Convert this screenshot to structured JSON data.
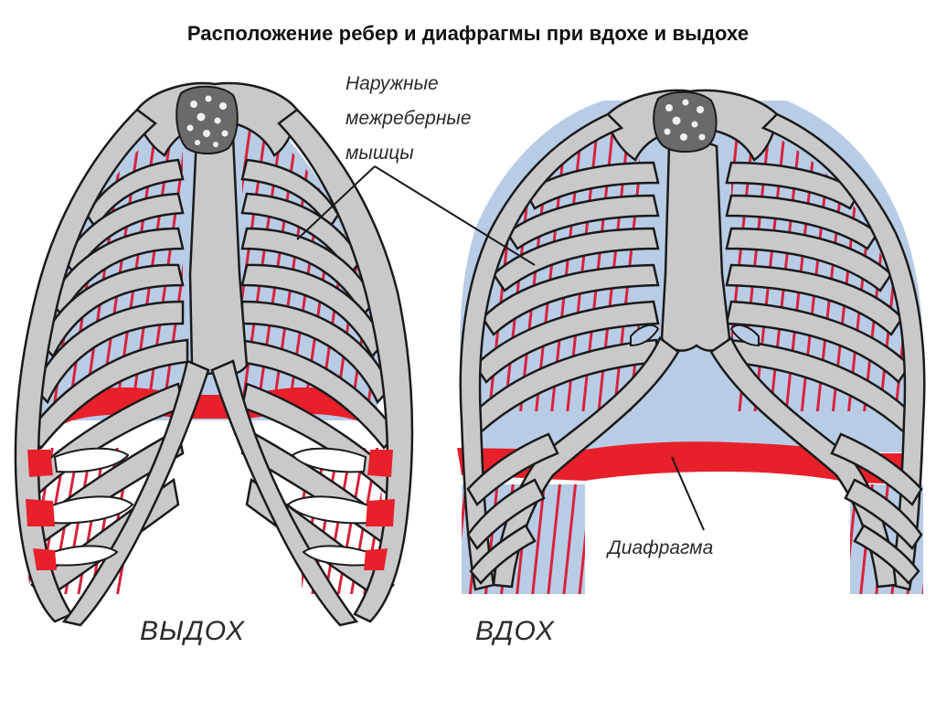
{
  "title": "Расположение ребер и диафрагмы при вдохе и выдохе",
  "labels": {
    "muscles": [
      "Наружные",
      "межреберные",
      "мышцы"
    ],
    "diaphragm": "Диафрагма",
    "exhale": "ВЫДОХ",
    "inhale": "ВДОХ"
  },
  "colors": {
    "bone": "#c9c9cb",
    "outline": "#1a1a1a",
    "lung_fill": "#b8cce6",
    "muscle_fiber": "#d8223a",
    "diaphragm": "#e8202a",
    "vertebra": "#3a3a3a"
  }
}
